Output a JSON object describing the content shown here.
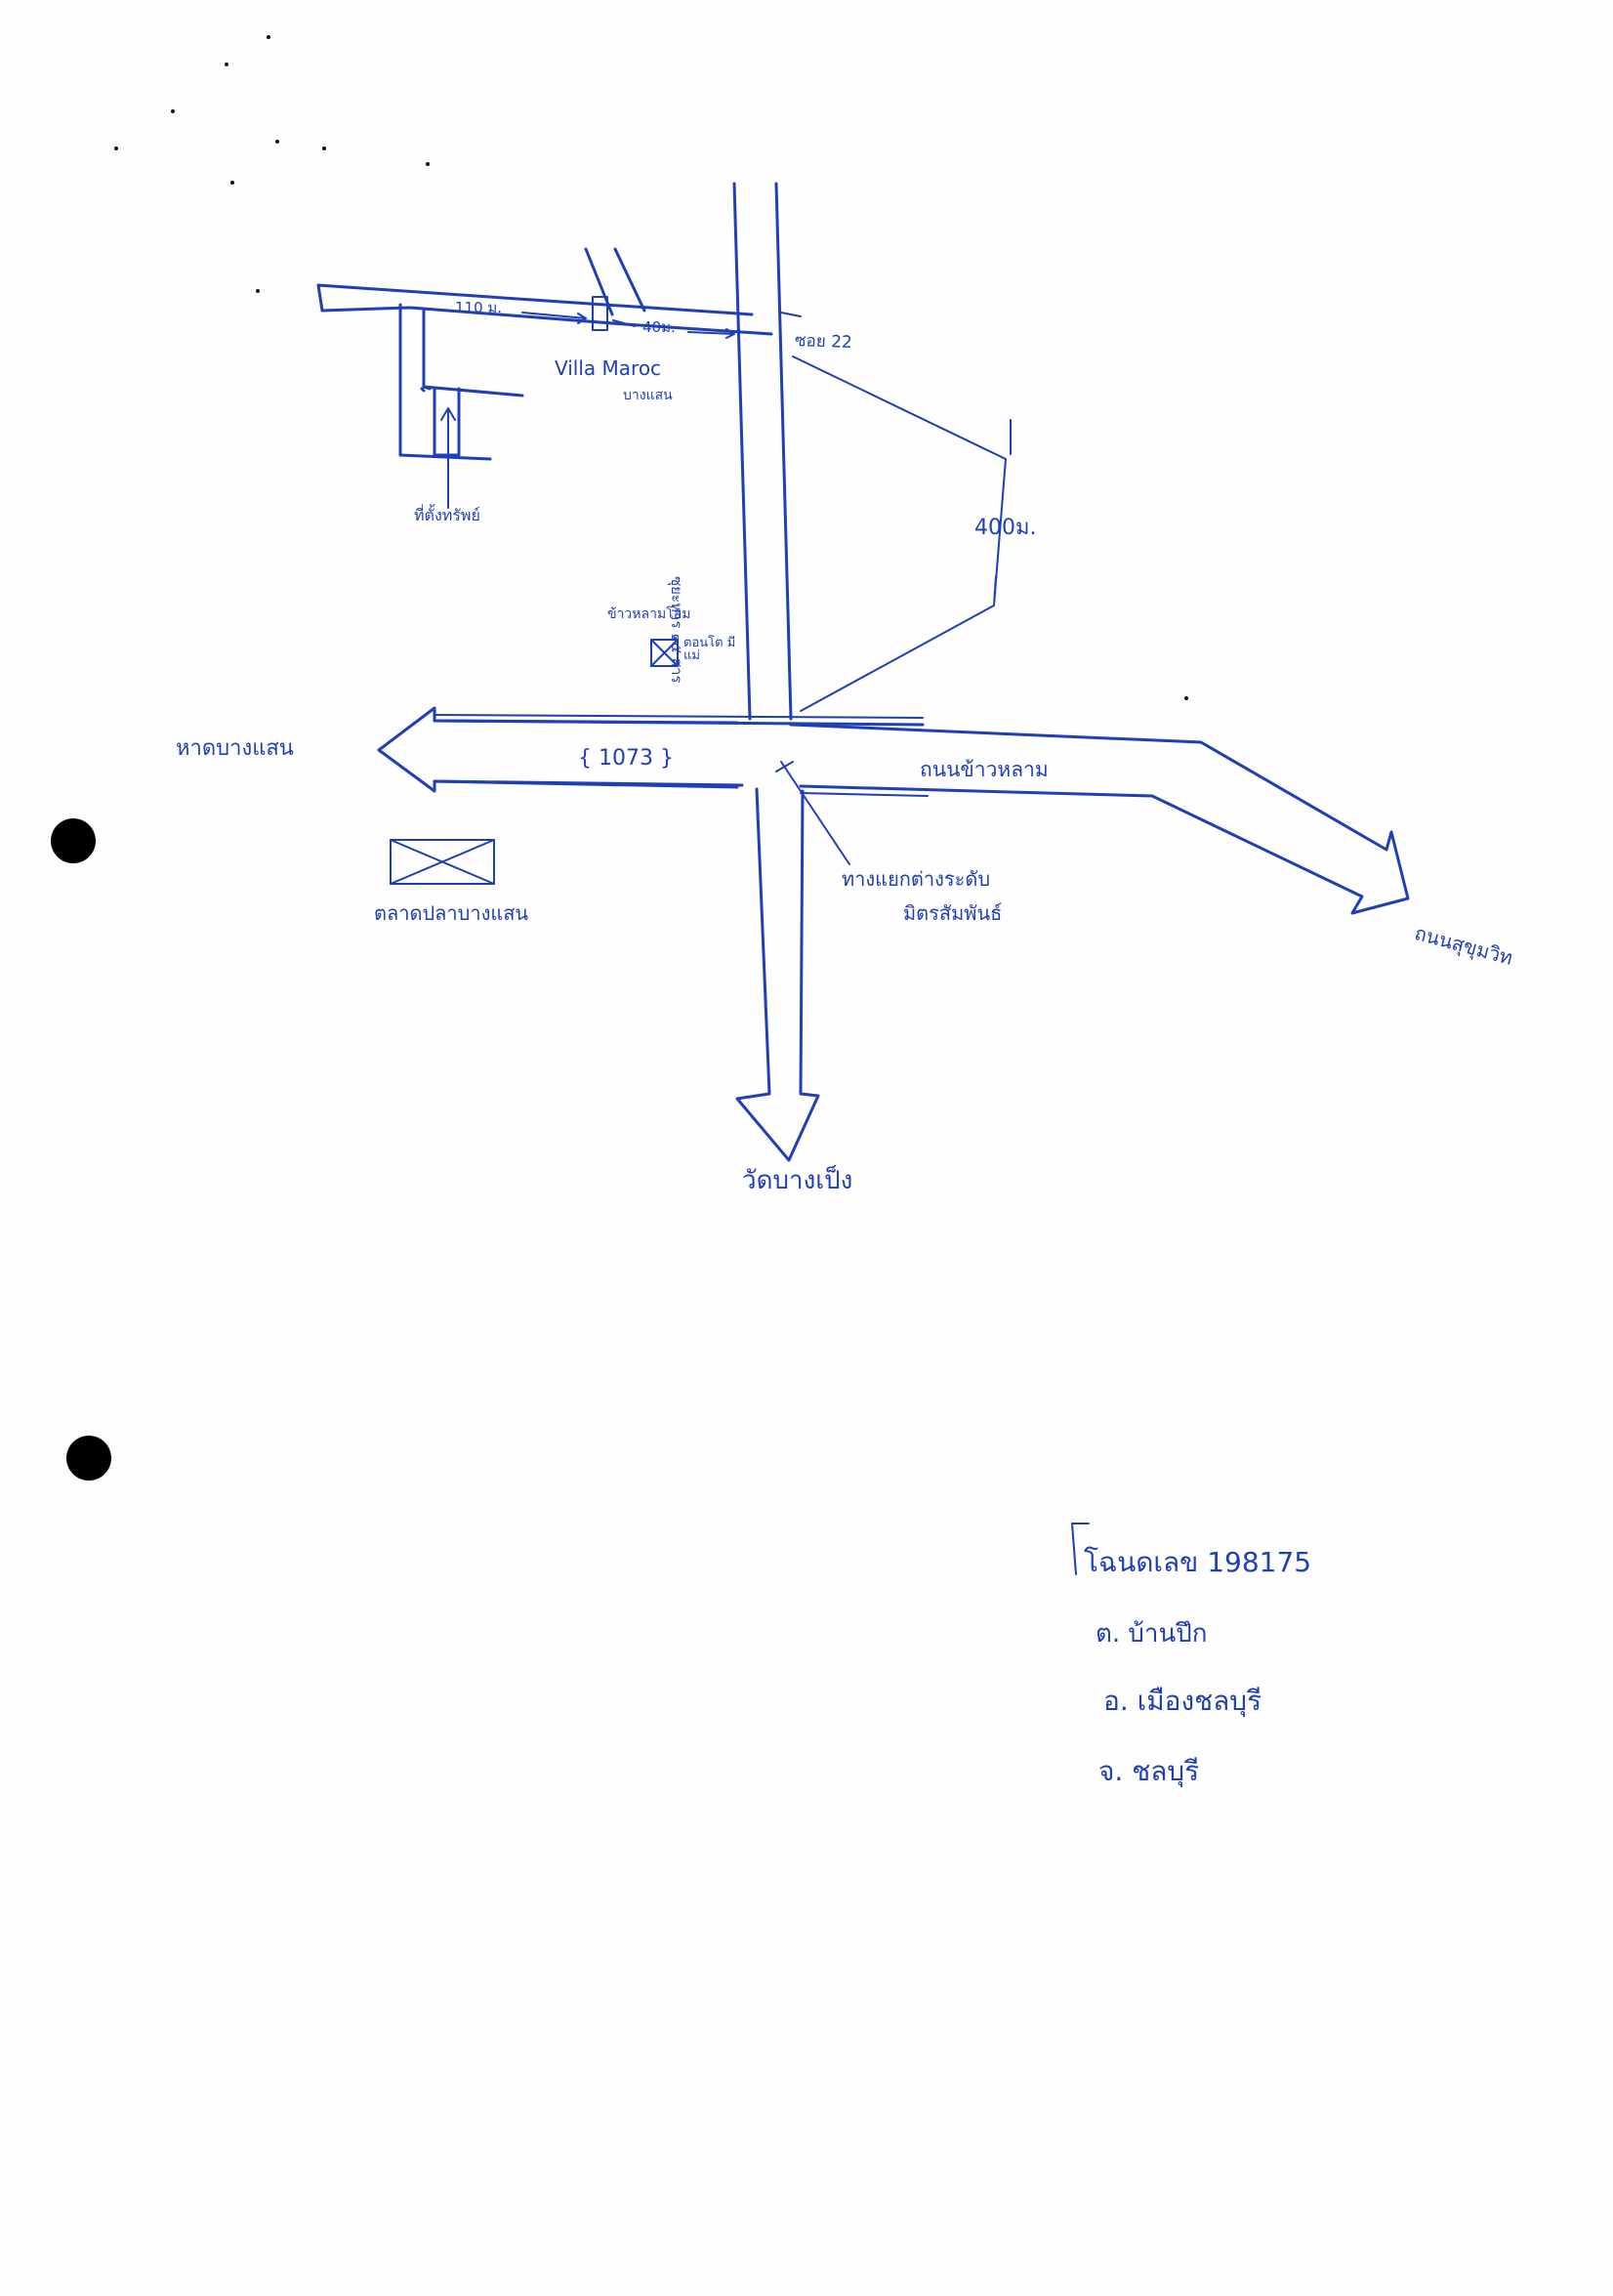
{
  "map": {
    "labels": {
      "soi": "ซอย 22",
      "dist_110": "110 ม.",
      "dist_40": "40ม.",
      "villa_name": "Villa Maroc",
      "villa_sub": "บางแสน",
      "dist_400": "400ม.",
      "shop_name": "ข้าวหลามโฮม",
      "shop_sub": "ตอนโต มีแม่",
      "lane_name": "ซุยะหาร ๑๕ สาร",
      "beach": "หาดบางแสน",
      "route": "{ 1073 }",
      "road_khaolam": "ถนนข้าวหลาม",
      "interchange_1": "ทางแยกต่างระดับ",
      "interchange_2": "มิตรสัมพันธ์",
      "fish_market": "ตลาดปลาบางแสน",
      "sukhumvit": "ถนนสุขุมวิท",
      "temple": "วัดบางเป็ง",
      "landmark_bottom": "ที่ตั้งทรัพย์"
    },
    "address": {
      "deed": "โฉนดเลข 198175",
      "subdistrict": "ต. บ้านปึก",
      "district": "อ. เมืองชลบุรี",
      "province": "จ. ชลบุรี"
    },
    "colors": {
      "ink": "#1f3fb7",
      "hole_punch": "#000000",
      "paper": "#fefefe"
    }
  }
}
